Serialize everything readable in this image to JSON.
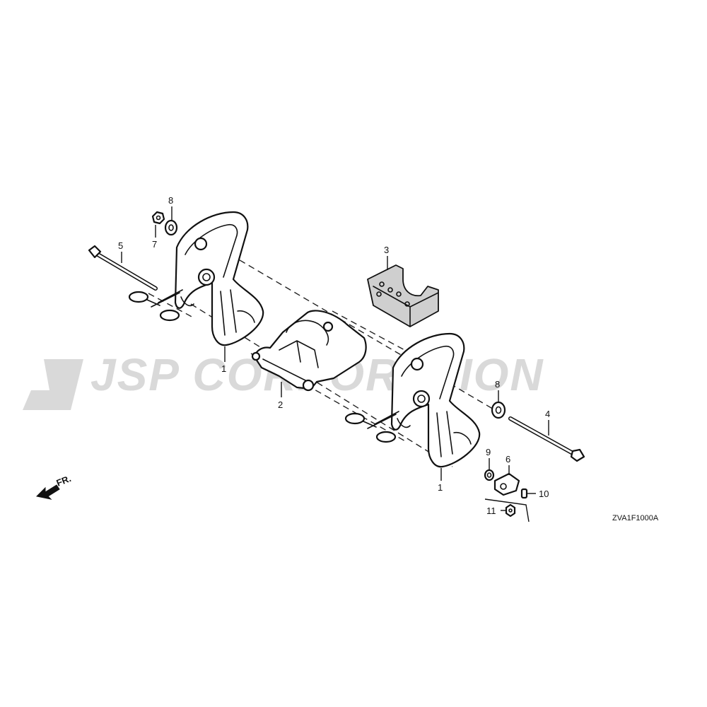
{
  "watermark": {
    "text": "JSP CORPORATION"
  },
  "diagram_code": "ZVA1F1000A",
  "front_marker": "FR.",
  "callouts": [
    {
      "id": "c1a",
      "label": "1"
    },
    {
      "id": "c1b",
      "label": "1"
    },
    {
      "id": "c2",
      "label": "2"
    },
    {
      "id": "c3",
      "label": "3"
    },
    {
      "id": "c4",
      "label": "4"
    },
    {
      "id": "c5",
      "label": "5"
    },
    {
      "id": "c6",
      "label": "6"
    },
    {
      "id": "c7",
      "label": "7"
    },
    {
      "id": "c8a",
      "label": "8"
    },
    {
      "id": "c8b",
      "label": "8"
    },
    {
      "id": "c9",
      "label": "9"
    },
    {
      "id": "c10",
      "label": "10"
    },
    {
      "id": "c11",
      "label": "11"
    }
  ],
  "colors": {
    "line": "#111111",
    "watermark": "#d9d9d9",
    "background": "#ffffff"
  }
}
